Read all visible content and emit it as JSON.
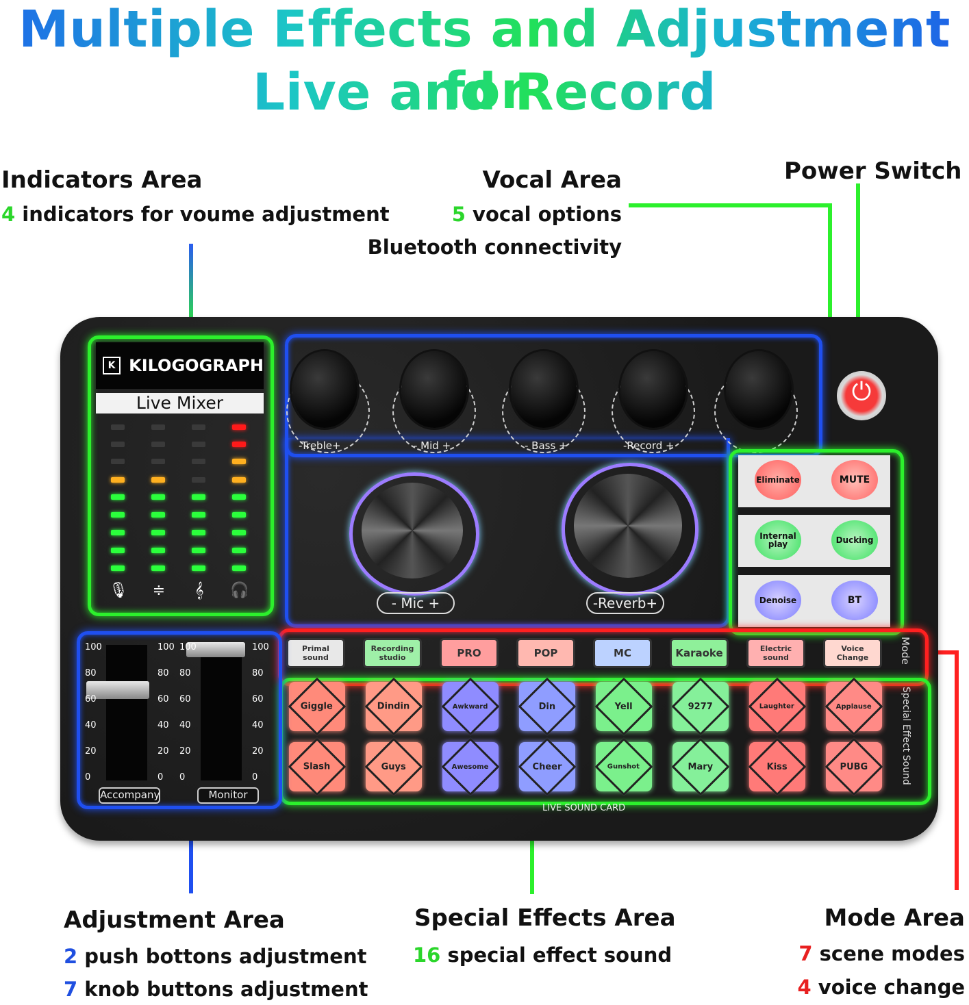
{
  "title": {
    "line1": "Multiple Effects and Adjustment for",
    "line2": "Live and Record"
  },
  "indicators": {
    "heading": "Indicators Area",
    "count": "4",
    "text": " indicators for voume adjustment"
  },
  "vocal": {
    "heading": "Vocal Area",
    "count": "5",
    "text": " vocal options",
    "extra": "Bluetooth connectivity"
  },
  "power": {
    "heading": "Power Switch",
    "symbol": "⏻"
  },
  "adjustment": {
    "heading": "Adjustment Area",
    "count1": "2",
    "text1": " push bottons adjustment",
    "count2": "7",
    "text2": " knob buttons adjustment"
  },
  "effects": {
    "heading": "Special Effects Area",
    "count": "16",
    "text": " special effect sound"
  },
  "mode": {
    "heading": "Mode Area",
    "count1": "7",
    "text1": " scene modes",
    "count2": "4",
    "text2": " voice change"
  },
  "device": {
    "brand": "KILOGOGRAPH",
    "brand_mark": "K",
    "panel_title": "Live Mixer",
    "knobs": [
      "-Treble+",
      "- Mid +",
      "- Bass +",
      "-Record +"
    ],
    "big_knobs": [
      "- Mic +",
      "-Reverb+"
    ],
    "vocal_buttons": [
      "Eliminate",
      "MUTE",
      "Internal play",
      "Ducking",
      "Denoise",
      "BT"
    ],
    "mode_buttons": [
      "Primal sound",
      "Recording studio",
      "PRO",
      "POP",
      "MC",
      "Karaoke",
      "Electric sound",
      "Voice Change"
    ],
    "mode_label": "Mode",
    "effect_row1": [
      "Giggle",
      "Dindin",
      "Awkward",
      "Din",
      "Yell",
      "9277",
      "Laughter",
      "Applause"
    ],
    "effect_row2": [
      "Slash",
      "Guys",
      "Awesome",
      "Cheer",
      "Gunshot",
      "Mary",
      "Kiss",
      "PUBG"
    ],
    "effects_label": "Special Effect Sound",
    "fader_labels": [
      "Accompany",
      "Monitor"
    ],
    "scale": [
      "100",
      "80",
      "60",
      "40",
      "20",
      "0"
    ],
    "footer": "LIVE SOUND CARD",
    "colors": {
      "green": "#2cf02c",
      "blue": "#1f4ff0",
      "red": "#ff2020"
    }
  }
}
